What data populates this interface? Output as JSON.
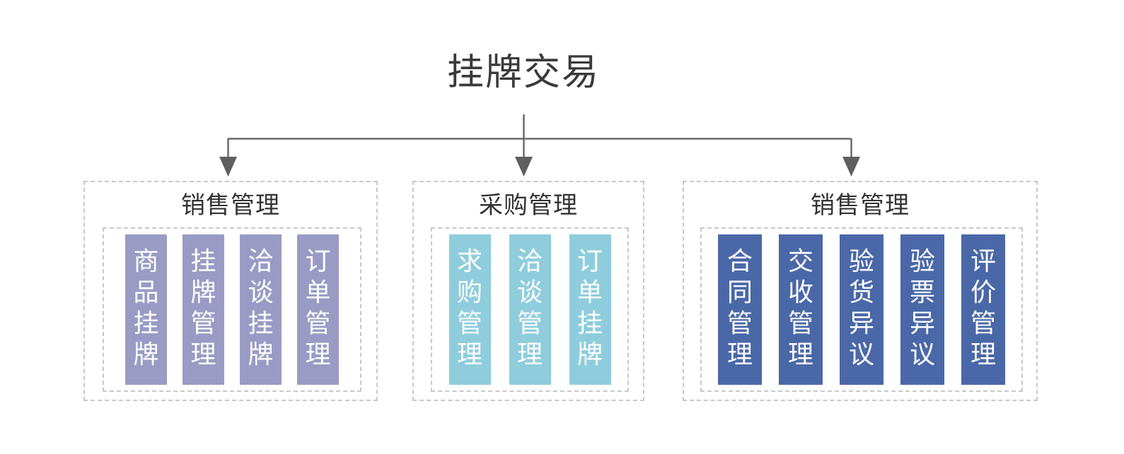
{
  "root": {
    "title": "挂牌交易"
  },
  "connector": {
    "color": "#6b6b6b",
    "arrow_count": 3
  },
  "palette": {
    "purple": "#9a9bc4",
    "teal": "#8fcddc",
    "blue": "#4a68a8",
    "frame_dash": "#c8c8c8",
    "title_color": "#3a3a3a",
    "group_title_color": "#333333",
    "card_text_color": "#ffffff",
    "background": "#ffffff"
  },
  "groups": [
    {
      "title": "销售管理",
      "variant": "purple",
      "cards": [
        {
          "label": "商品挂牌"
        },
        {
          "label": "挂牌管理"
        },
        {
          "label": "洽谈挂牌"
        },
        {
          "label": "订单管理"
        }
      ]
    },
    {
      "title": "采购管理",
      "variant": "teal",
      "cards": [
        {
          "label": "求购管理"
        },
        {
          "label": "洽谈管理"
        },
        {
          "label": "订单挂牌"
        }
      ]
    },
    {
      "title": "销售管理",
      "variant": "blue",
      "cards": [
        {
          "label": "合同管理"
        },
        {
          "label": "交收管理"
        },
        {
          "label": "验货异议"
        },
        {
          "label": "验票异议"
        },
        {
          "label": "评价管理"
        }
      ]
    }
  ]
}
